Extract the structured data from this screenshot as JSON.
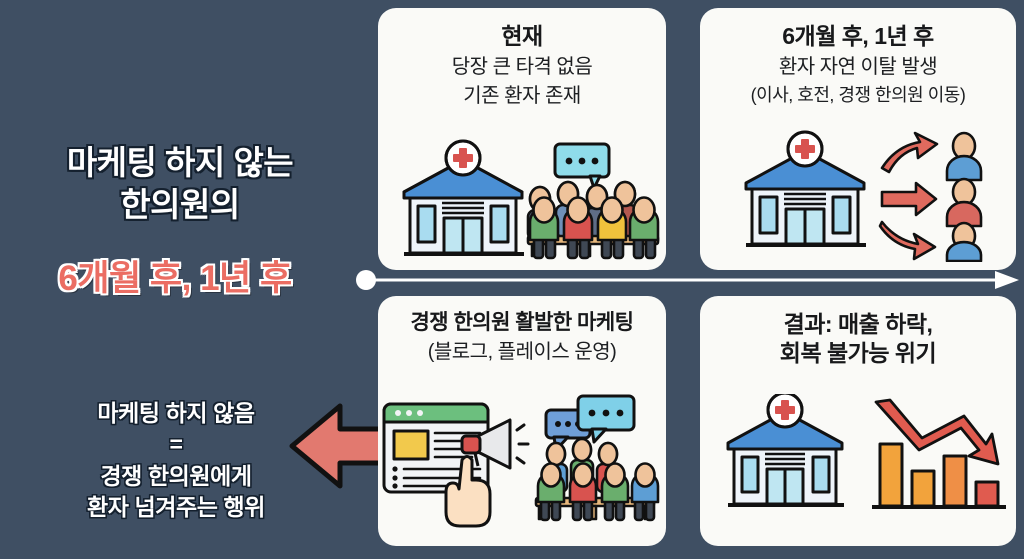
{
  "background_color": "#3f4f63",
  "card_color": "#fafaf7",
  "accent_color": "#eb6d63",
  "left_panel": {
    "headline_line1": "마케팅 하지 않는",
    "headline_line2": "한의원의",
    "headline_accent": "6개월 후, 1년 후",
    "summary_line1": "마케팅 하지 않음",
    "summary_line2": "=",
    "summary_line3": "경쟁 한의원에게",
    "summary_line4": "환자 넘겨주는 행위"
  },
  "timeline": {
    "start_marker": "timeline-start-dot",
    "arrow": "timeline-arrow-right"
  },
  "cards": [
    {
      "id": "current",
      "title": "현재",
      "sub_line1": "당장 큰 타격 없음",
      "sub_line2": "기존 환자 존재",
      "art": "clinic-with-seated-patients"
    },
    {
      "id": "after-months",
      "title": "6개월 후, 1년 후",
      "sub_line1": "환자 자연 이탈 발생",
      "sub_line2": "(이사, 호전, 경쟁 한의원 이동)",
      "art": "clinic-with-departing-patients"
    },
    {
      "id": "competitor-marketing",
      "title": "경쟁 한의원 활발한 마케팅",
      "sub_line1": "(블로그, 플레이스 운영)",
      "sub_line2": "",
      "art": "browser-megaphone-and-crowd"
    },
    {
      "id": "result",
      "title": "결과: 매출 하락,",
      "sub_line1": "회복 불가능 위기",
      "sub_line2": "",
      "art": "clinic-with-declining-chart"
    }
  ]
}
